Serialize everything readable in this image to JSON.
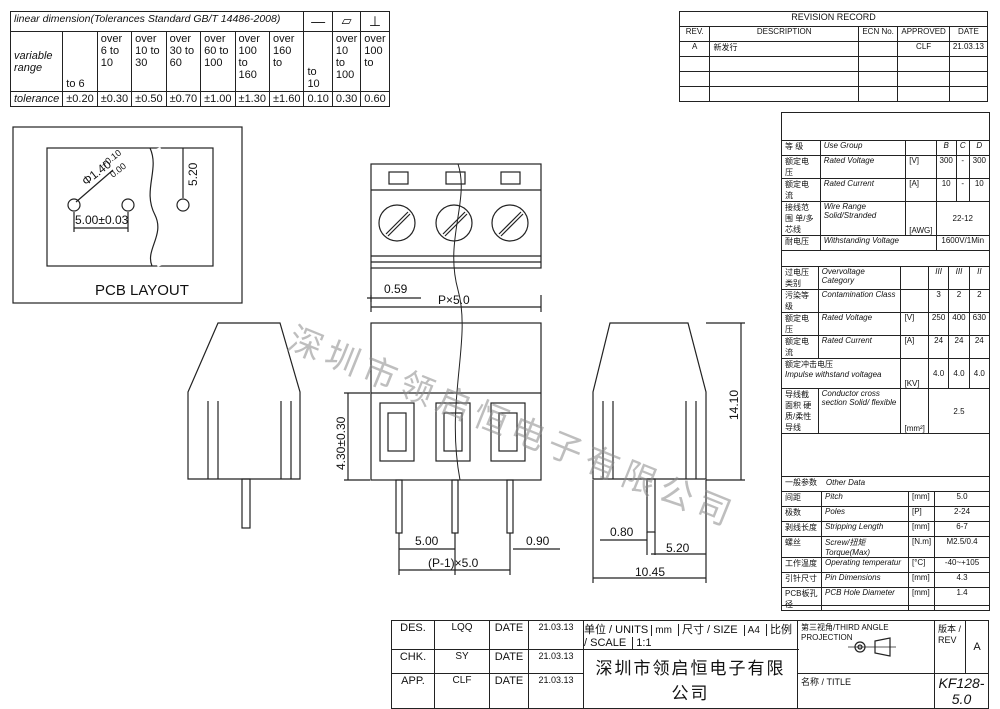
{
  "tolerance": {
    "title": "linear dimension(Tolerances Standard GB/T 14486-2008)",
    "symbols": [
      "—",
      "▱",
      "⊥"
    ],
    "row_label_range": "variable range",
    "ranges": [
      "to 6",
      "over 6 to 10",
      "over 10 to 30",
      "over 30 to 60",
      "over 60 to 100",
      "over 100 to 160",
      "over 160 to",
      "to 10",
      "over 10 to 100",
      "over 100 to"
    ],
    "row_label_tol": "tolerance",
    "values": [
      "±0.20",
      "±0.30",
      "±0.50",
      "±0.70",
      "±1.00",
      "±1.30",
      "±1.60",
      "0.10",
      "0.30",
      "0.60"
    ]
  },
  "revision": {
    "title": "REVISION RECORD",
    "headers": [
      "REV.",
      "DESCRIPTION",
      "ECN No.",
      "APPROVED",
      "DATE"
    ],
    "rows": [
      [
        "A",
        "新发行",
        "",
        "CLF",
        "21.03.13"
      ]
    ]
  },
  "pcb": {
    "hole_label": "Φ1.40",
    "tol_upper": "+0.10",
    "tol_lower": "0.00",
    "pitch": "5.00±0.03",
    "offset": "5.20",
    "caption": "PCB LAYOUT"
  },
  "dims": {
    "d059": "0.59",
    "pitch": "P×5.0",
    "h430": "4.30±0.30",
    "h1410": "14.10",
    "d500": "5.00",
    "d090": "0.90",
    "total": "(P-1)×5.0",
    "d080": "0.80",
    "d520": "5.20",
    "d1045": "10.45"
  },
  "watermark": "深圳市领启恒电子有限公司",
  "spec1": {
    "rows": [
      {
        "cn": "等 级",
        "en": "Use Group",
        "unit": "",
        "vals": [
          "B",
          "C",
          "D"
        ]
      },
      {
        "cn": "额定电压",
        "en": "Rated Voltage",
        "unit": "[V]",
        "vals": [
          "300",
          "-",
          "300"
        ]
      },
      {
        "cn": "额定电流",
        "en": "Rated Current",
        "unit": "[A]",
        "vals": [
          "10",
          "-",
          "10"
        ]
      },
      {
        "cn": "接线范围 单/多芯线",
        "en": "Wire Range Solid/Stranded",
        "unit": "[AWG]",
        "merged": "22-12"
      },
      {
        "cn": "耐电压",
        "en": "Withstanding Voltage",
        "unit": "",
        "merged": "1600V/1Min"
      }
    ]
  },
  "spec2": {
    "rows": [
      {
        "cn": "过电压类别",
        "en": "Overvoltage Category",
        "unit": "",
        "vals": [
          "III",
          "III",
          "II"
        ]
      },
      {
        "cn": "污染等级",
        "en": "Contamination Class",
        "unit": "",
        "vals": [
          "3",
          "2",
          "2"
        ]
      },
      {
        "cn": "额定电压",
        "en": "Rated Voltage",
        "unit": "[V]",
        "vals": [
          "250",
          "400",
          "630"
        ]
      },
      {
        "cn": "额定电流",
        "en": "Rated Current",
        "unit": "[A]",
        "vals": [
          "24",
          "24",
          "24"
        ]
      },
      {
        "cn": "额定冲击电压",
        "en": "Impulse withstand voltagea",
        "unit": "[KV]",
        "vals": [
          "4.0",
          "4.0",
          "4.0"
        ]
      },
      {
        "cn": "导线截面积 硬质/柔性导线",
        "en": "Conductor cross section Solid/ flexible",
        "unit": "[mm²]",
        "merged": "2.5"
      }
    ]
  },
  "spec3": {
    "header_cn": "一般参数",
    "header_en": "Other Data",
    "rows": [
      {
        "cn": "间距",
        "en": "Pitch",
        "unit": "[mm]",
        "val": "5.0"
      },
      {
        "cn": "极数",
        "en": "Poles",
        "unit": "[P]",
        "val": "2-24"
      },
      {
        "cn": "剥线长度",
        "en": "Stripping Length",
        "unit": "[mm]",
        "val": "6-7"
      },
      {
        "cn": "螺丝",
        "en": "Screw/扭矩 Torque(Max)",
        "unit": "[N.m]",
        "val": "M2.5/0.4"
      },
      {
        "cn": "工作温度",
        "en": "Operating temperatur",
        "unit": "[°C]",
        "val": "-40~+105"
      },
      {
        "cn": "引针尺寸",
        "en": "Pin Dimensions",
        "unit": "[mm]",
        "val": "4.3"
      },
      {
        "cn": "PCB板孔径",
        "en": "PCB Hole Diameter",
        "unit": "[mm]",
        "val": "1.4"
      }
    ]
  },
  "titleblock": {
    "des": "DES.",
    "des_v": "LQQ",
    "chk": "CHK.",
    "chk_v": "SY",
    "app": "APP.",
    "app_v": "CLF",
    "date": "DATE",
    "d1": "21.03.13",
    "d2": "21.03.13",
    "d3": "21.03.13",
    "unit_lbl": "单位 / UNITS",
    "unit_v": "mm",
    "size_lbl": "尺寸 / SIZE",
    "size_v": "A4",
    "scale_lbl": "比例 / SCALE",
    "scale_v": "1:1",
    "company": "深圳市领启恒电子有限公司",
    "proj": "第三视角/THIRD ANGLE PROJECTION",
    "rev_lbl": "版本 / REV",
    "rev_v": "A",
    "name_lbl": "名称 / TITLE",
    "title": "KF128-5.0"
  }
}
